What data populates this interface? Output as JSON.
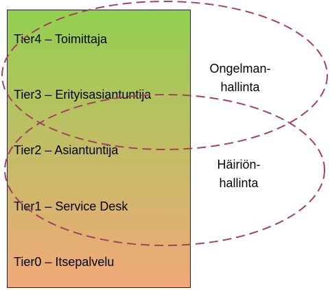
{
  "colors": {
    "gradient_top": "#92d050",
    "gradient_bottom": "#f2a97a",
    "ellipse_stroke": "#a2405f",
    "box_border": "#222222"
  },
  "tiers": [
    {
      "label": "Tier4 – Toimittaja"
    },
    {
      "label": "Tier3 – Erityisasiantuntija"
    },
    {
      "label": "Tier2 – Asiantuntija"
    },
    {
      "label": "Tier1 – Service Desk"
    },
    {
      "label": "Tier0 – Itsepalvelu"
    }
  ],
  "areas": {
    "problem": {
      "line1": "Ongelman-",
      "line2": "hallinta"
    },
    "incident": {
      "line1": "Häiriön-",
      "line2": "hallinta"
    }
  }
}
